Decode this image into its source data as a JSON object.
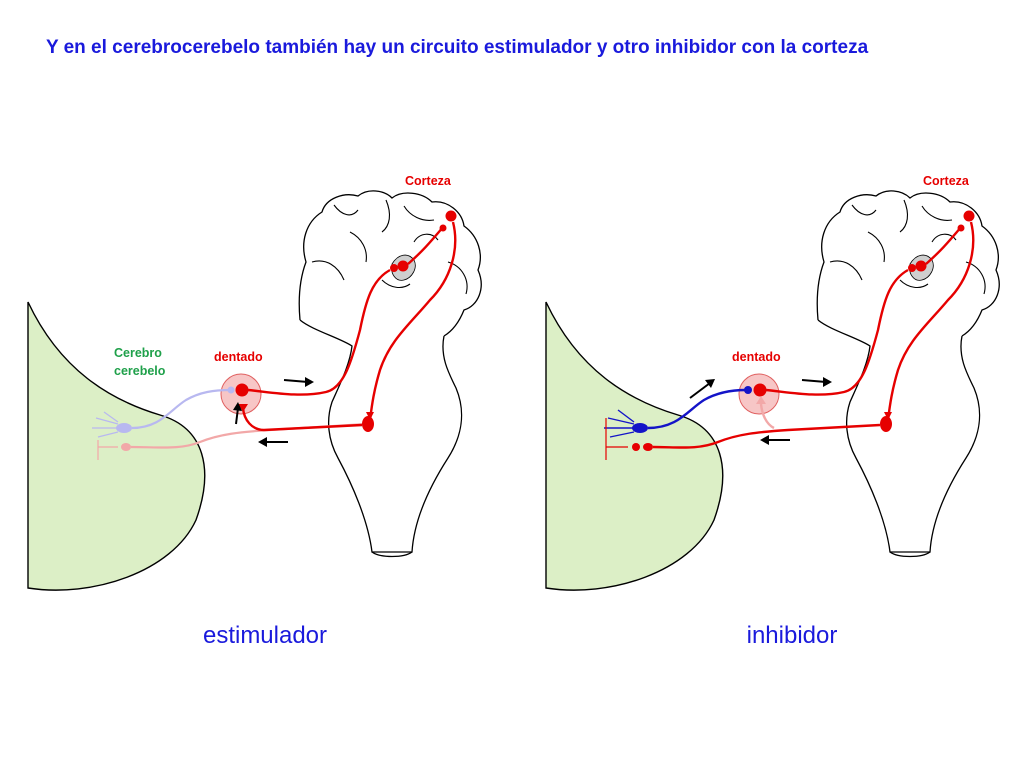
{
  "title": "Y en el cerebrocerebelo también hay un circuito estimulador y otro inhibidor con la corteza",
  "panels": [
    {
      "id": "estimulador",
      "labels": {
        "corteza": "Corteza",
        "dentado": "dentado",
        "cerebro_line1": "Cerebro",
        "cerebro_line2": "cerebelo"
      },
      "caption": "estimulador"
    },
    {
      "id": "inhibidor",
      "labels": {
        "corteza": "Corteza",
        "dentado": "dentado"
      },
      "caption": "inhibidor"
    }
  ],
  "colors": {
    "excitatory": "#e60000",
    "excitatory_faded": "#f2a8a8",
    "inhibitory": "#1414c8",
    "inhibitory_faded": "#b8b8f0",
    "cerebellum_fill": "#dcefc6",
    "nucleus_fill": "#f7c6c6",
    "title": "#1a1adc"
  }
}
